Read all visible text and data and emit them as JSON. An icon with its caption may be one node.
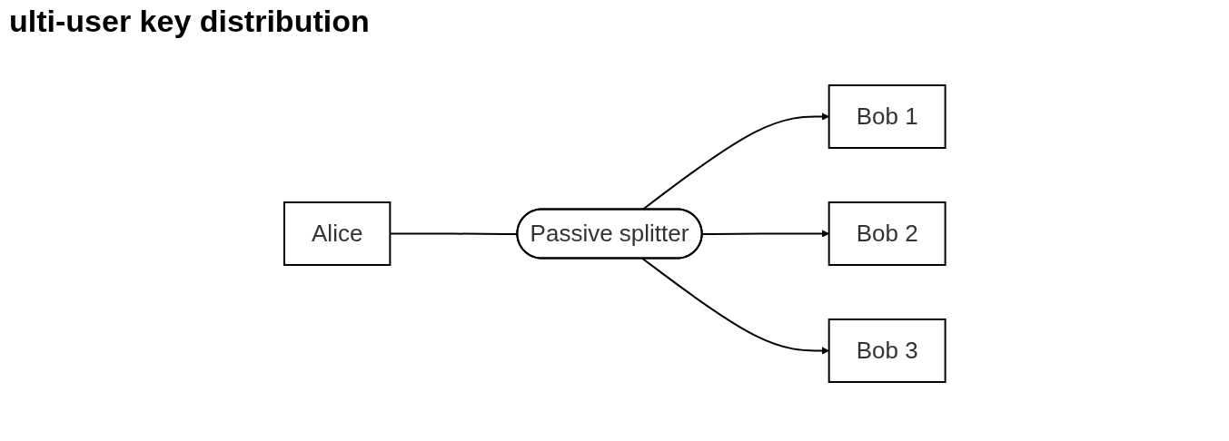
{
  "diagram": {
    "title": "ulti-user key distribution",
    "nodes": [
      {
        "text": [
          "Alice"
        ]
      },
      {
        "text": [
          "Passive splitter"
        ]
      },
      {
        "text": [
          "Bob 1"
        ]
      },
      {
        "text": [
          "Bob 2"
        ]
      },
      {
        "text": [
          "Bob 3"
        ]
      }
    ],
    "edges": [
      {
        "from": 0,
        "to": 1,
        "arrow": "none"
      },
      {
        "from": 1,
        "to": 2,
        "arrow": "to"
      },
      {
        "from": 1,
        "to": 3,
        "arrow": "to"
      },
      {
        "from": 1,
        "to": 4,
        "arrow": "to"
      }
    ]
  }
}
